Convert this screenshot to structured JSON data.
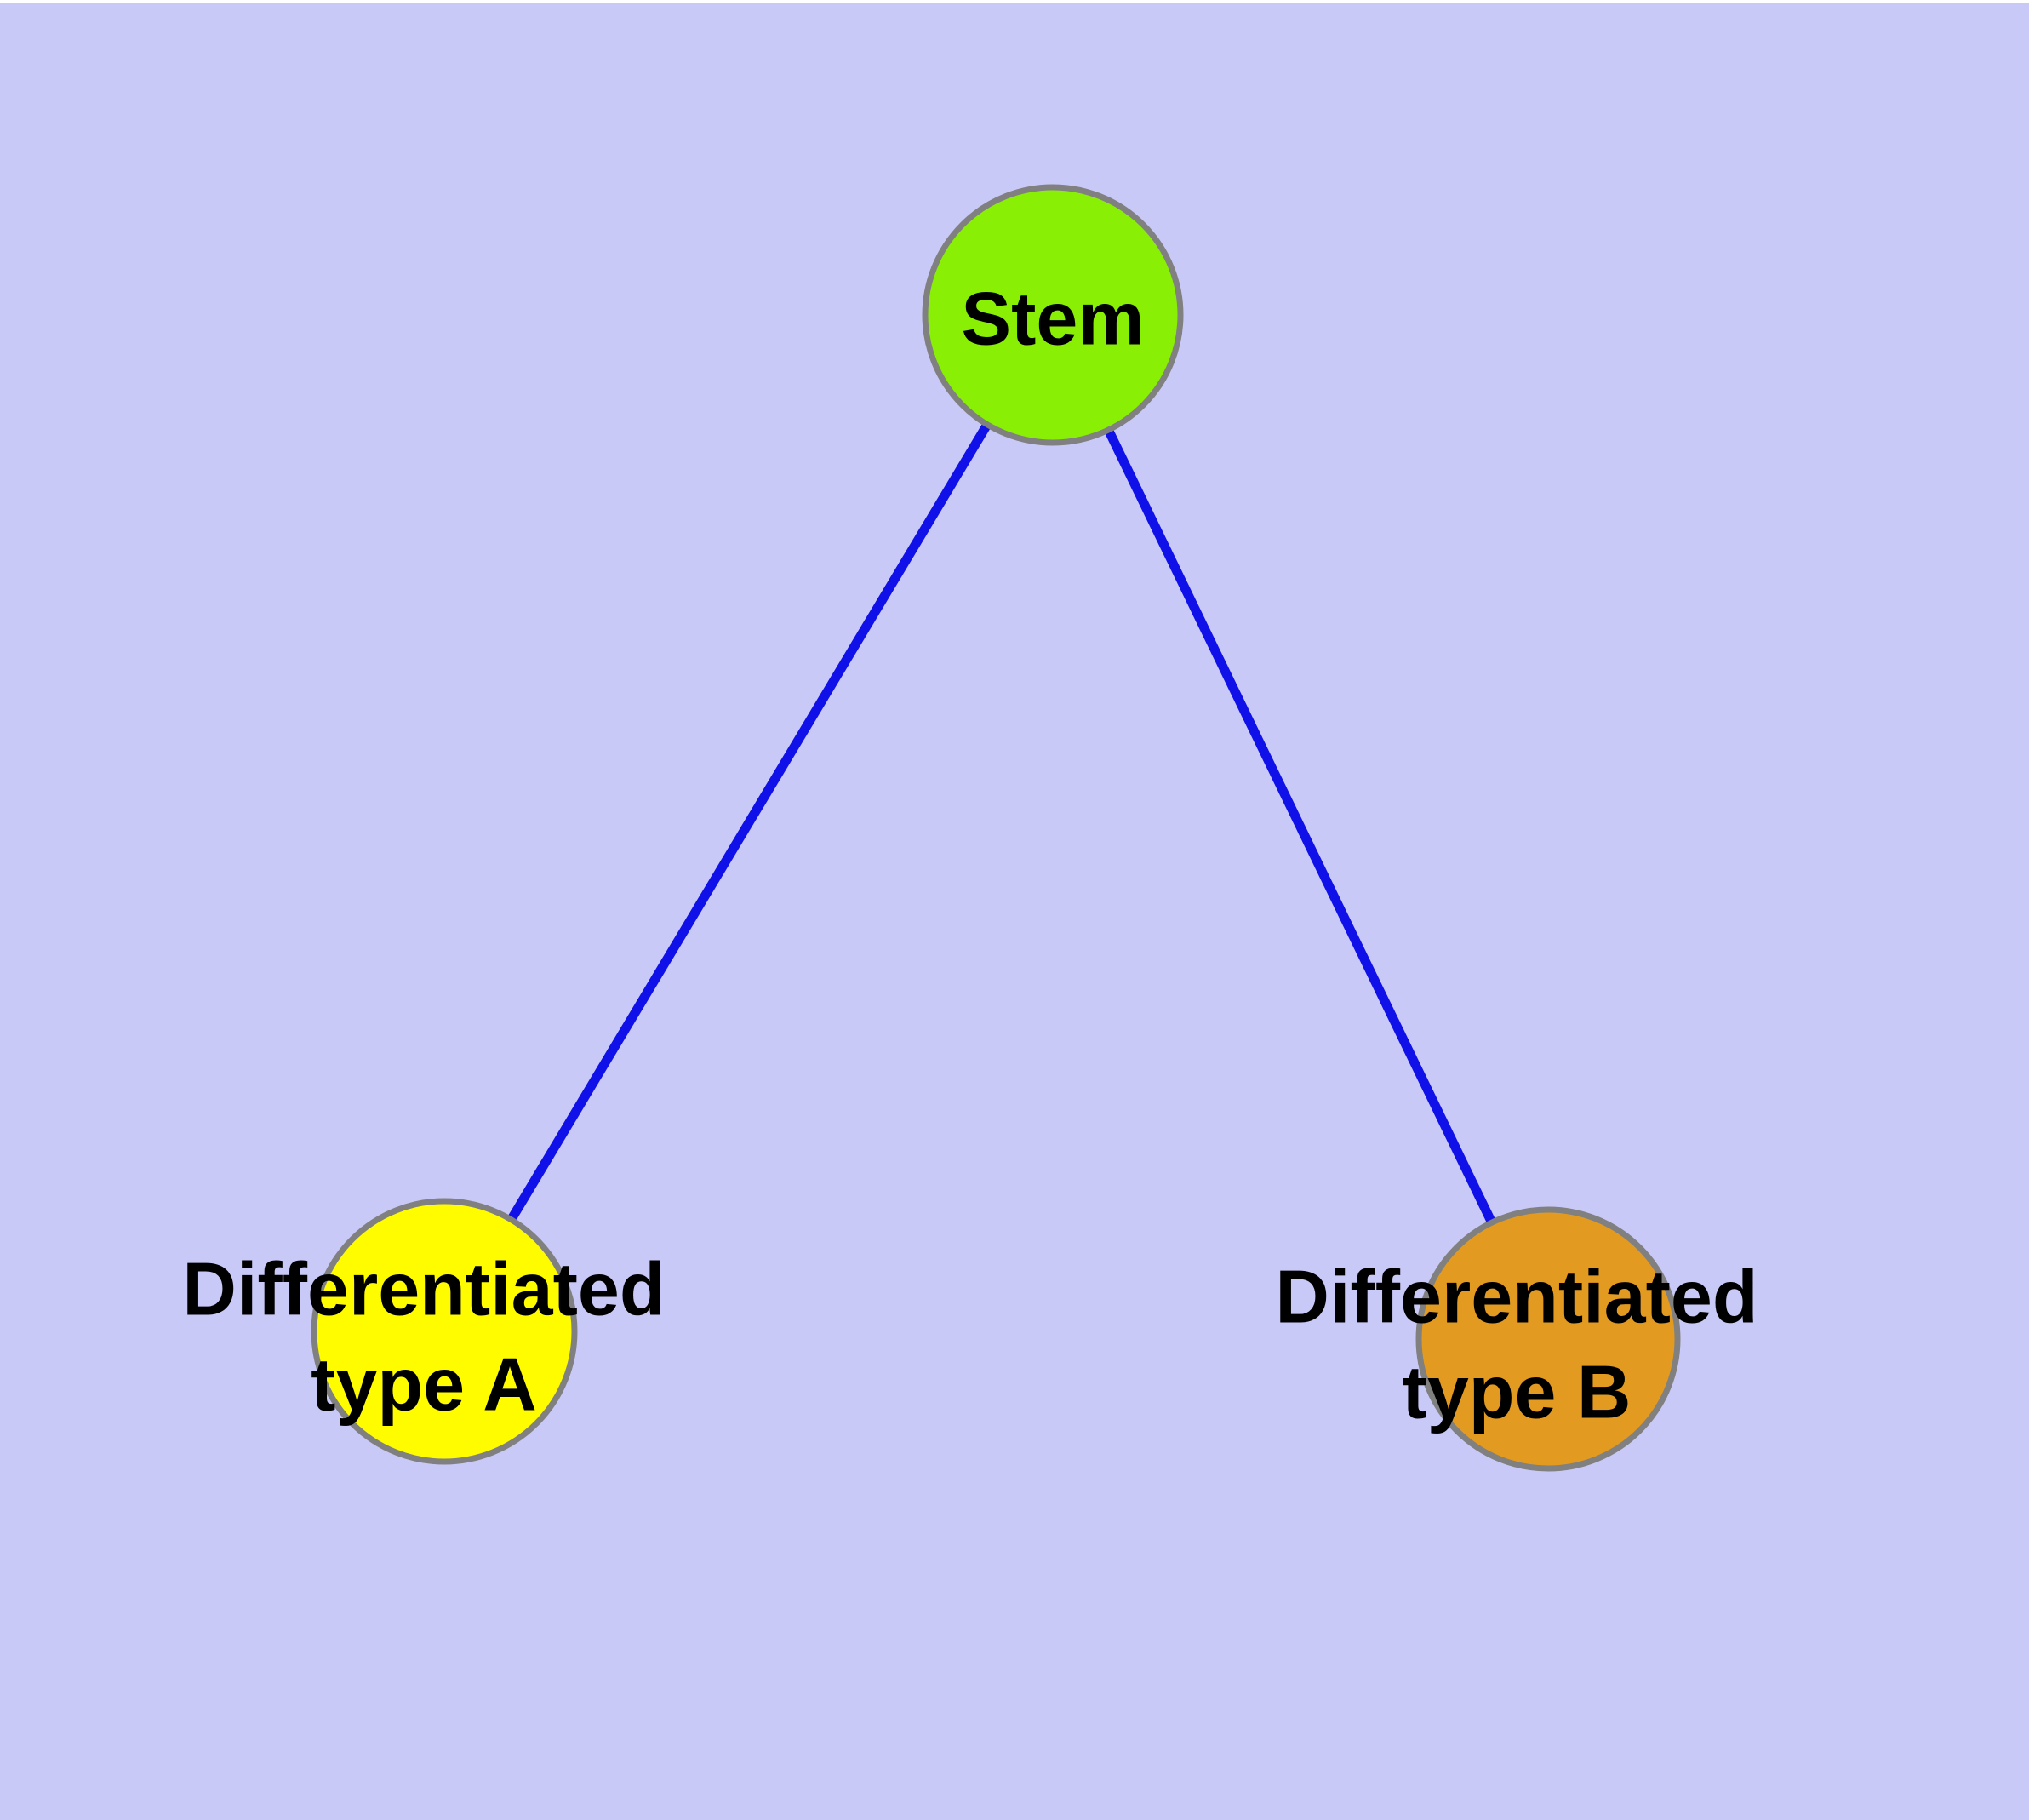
{
  "diagram": {
    "background_color": "#C9C9F7",
    "edge_color": "#1010E8",
    "node_border_color": "#808080",
    "label_color": "#000000",
    "nodes": [
      {
        "id": "stem",
        "label_lines": [
          "Stem"
        ],
        "fill": "#89F005"
      },
      {
        "id": "differentiated-type-a",
        "label_lines": [
          "Differentiated",
          "type A"
        ],
        "fill": "#FFFC00"
      },
      {
        "id": "differentiated-type-b",
        "label_lines": [
          "Differentiated",
          "type B"
        ],
        "fill": "#E39A21"
      }
    ],
    "edges": [
      {
        "from": "stem",
        "to": "differentiated-type-a"
      },
      {
        "from": "stem",
        "to": "differentiated-type-b"
      }
    ]
  }
}
